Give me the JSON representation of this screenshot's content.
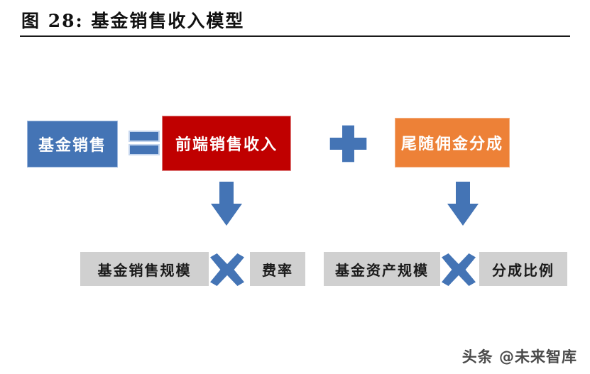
{
  "figure": {
    "title": "图  28:  基金销售收入模型"
  },
  "diagram": {
    "top_row": {
      "fund_sales": {
        "label": "基金销售",
        "color": "#4474b5"
      },
      "equals_operator": {
        "symbol": "=",
        "icon": "equals-icon",
        "color": "#4474b5"
      },
      "front_end_revenue": {
        "label": "前端销售收入",
        "color": "#c00000"
      },
      "plus_operator": {
        "symbol": "+",
        "icon": "plus-icon",
        "color": "#4474b5"
      },
      "trailing_commission": {
        "label": "尾随佣金分成",
        "color": "#ed8137"
      }
    },
    "connectors": {
      "left_arrow": {
        "icon": "arrow-down-icon",
        "color": "#4474b5",
        "from": "前端销售收入",
        "to": "基金销售规模 × 费率"
      },
      "right_arrow": {
        "icon": "arrow-down-icon",
        "color": "#4474b5",
        "from": "尾随佣金分成",
        "to": "基金资产规模 × 分成比例"
      }
    },
    "bottom_row": {
      "fund_sales_scale": {
        "label": "基金销售规模",
        "color": "#d0d0d0"
      },
      "times_operator_left": {
        "symbol": "×",
        "icon": "multiply-icon",
        "color": "#4474b5"
      },
      "fee_rate": {
        "label": "费率",
        "color": "#d0d0d0"
      },
      "fund_asset_scale": {
        "label": "基金资产规模",
        "color": "#d0d0d0"
      },
      "times_operator_right": {
        "symbol": "×",
        "icon": "multiply-icon",
        "color": "#4474b5"
      },
      "share_ratio": {
        "label": "分成比例",
        "color": "#d0d0d0"
      }
    }
  },
  "watermark": {
    "text": "头条 @未来智库"
  }
}
